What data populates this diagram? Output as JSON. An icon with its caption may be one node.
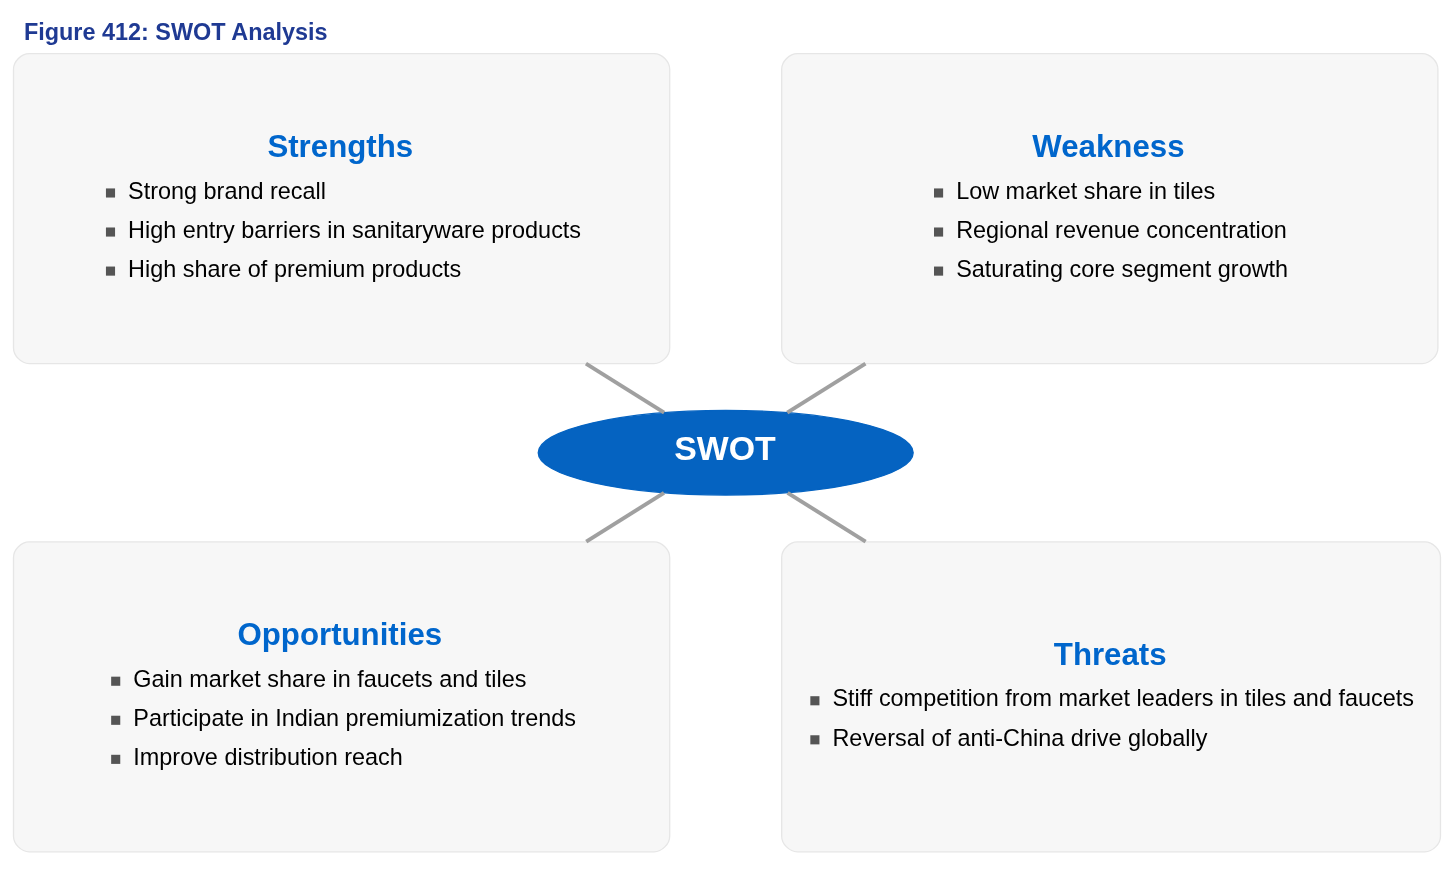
{
  "diagram": {
    "title": "Figure 412: SWOT Analysis",
    "nodes": [
      {
        "text": [
          "Strengths",
          "Strong brand recall",
          "High entry barriers in sanitaryware products",
          "High share of premium products"
        ]
      },
      {
        "text": [
          "Weakness",
          "Low market share in tiles",
          "Regional revenue concentration",
          "Saturating core segment growth"
        ]
      },
      {
        "text": [
          "SWOT"
        ]
      },
      {
        "text": [
          "Opportunities",
          "Gain market share in faucets and tiles",
          "Participate in Indian premiumization trends",
          "Improve distribution reach"
        ]
      },
      {
        "text": [
          "Threats",
          "Stiff competition from market leaders in tiles and faucets",
          "Reversal of anti-China drive globally"
        ]
      }
    ],
    "edges": [
      {
        "from": 0,
        "to": 2,
        "arrow": "none"
      },
      {
        "from": 1,
        "to": 2,
        "arrow": "none"
      },
      {
        "from": 2,
        "to": 3,
        "arrow": "none"
      },
      {
        "from": 2,
        "to": 4,
        "arrow": "none"
      }
    ]
  }
}
